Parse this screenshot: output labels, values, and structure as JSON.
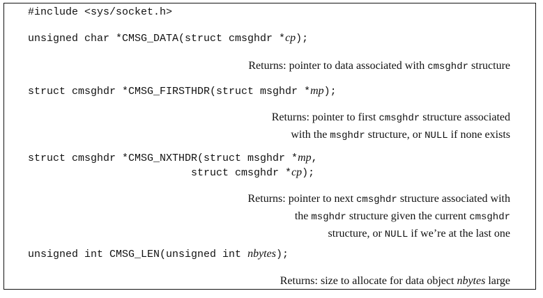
{
  "include": "#include <sys/socket.h>",
  "functions": [
    {
      "name": "cmsg-data",
      "prefix": "unsigned char *CMSG_DATA(struct cmsghdr *",
      "param": "cp",
      "suffix": ");",
      "returns": [
        [
          "Returns: pointer to data associated with ",
          "cmsghdr",
          " structure"
        ]
      ]
    },
    {
      "name": "cmsg-firsthdr",
      "prefix": "struct cmsghdr *CMSG_FIRSTHDR(struct msghdr *",
      "param": "mp",
      "suffix": ");",
      "returns": [
        [
          "Returns: pointer to first ",
          "cmsghdr",
          " structure associated"
        ],
        [
          "with the ",
          "msghdr",
          " structure, or ",
          "NULL",
          " if none exists"
        ]
      ]
    },
    {
      "name": "cmsg-nxthdr",
      "line1_prefix": "struct cmsghdr *CMSG_NXTHDR(struct msghdr *",
      "line1_param": "mp",
      "line1_suffix": ",",
      "line2_prefix": "                          struct cmsghdr *",
      "line2_param": "cp",
      "line2_suffix": ");",
      "returns": [
        [
          "Returns: pointer to next ",
          "cmsghdr",
          " structure associated with"
        ],
        [
          "the ",
          "msghdr",
          " structure given the current ",
          "cmsghdr"
        ],
        [
          "structure, or ",
          "NULL",
          " if we’re at the last one"
        ]
      ]
    },
    {
      "name": "cmsg-len",
      "prefix": "unsigned int CMSG_LEN(unsigned int ",
      "param": "nbytes",
      "suffix": ");",
      "returns": [
        [
          "Returns: size to allocate for data object ",
          "nbytes",
          " large"
        ]
      ]
    }
  ]
}
